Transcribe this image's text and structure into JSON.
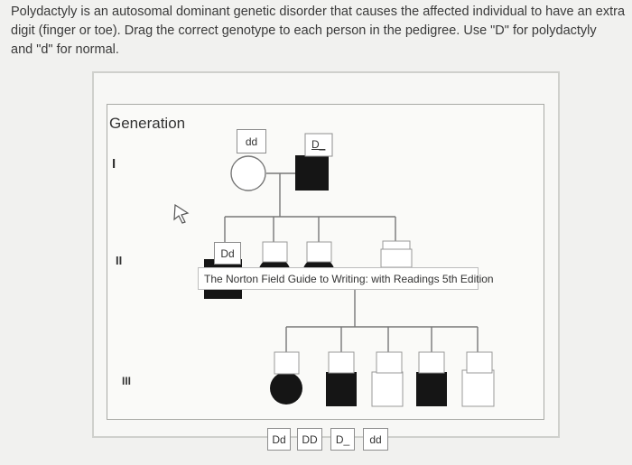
{
  "instructions": "Polydactyly is an autosomal dominant genetic disorder that causes the affected individual to have an extra\ndigit (finger or toe).  Drag the correct genotype to each person in the pedigree.  Use \"D\" for polydactyly\nand \"d\" for normal.",
  "pedigree": {
    "title": "Generation",
    "generations": [
      "I",
      "II",
      "III"
    ],
    "placed_labels": {
      "gen1_female": "dd",
      "gen1_male": "D_",
      "gen2_first": "Dd"
    }
  },
  "tooltip": "The Norton Field Guide to Writing: with Readings 5th Edition",
  "answer_bank": [
    "Dd",
    "DD",
    "D_",
    "dd"
  ],
  "colors": {
    "affected": "#151515",
    "unaffected": "#ffffff",
    "line": "#777777"
  },
  "icons": [
    "mouse-cursor-icon"
  ]
}
